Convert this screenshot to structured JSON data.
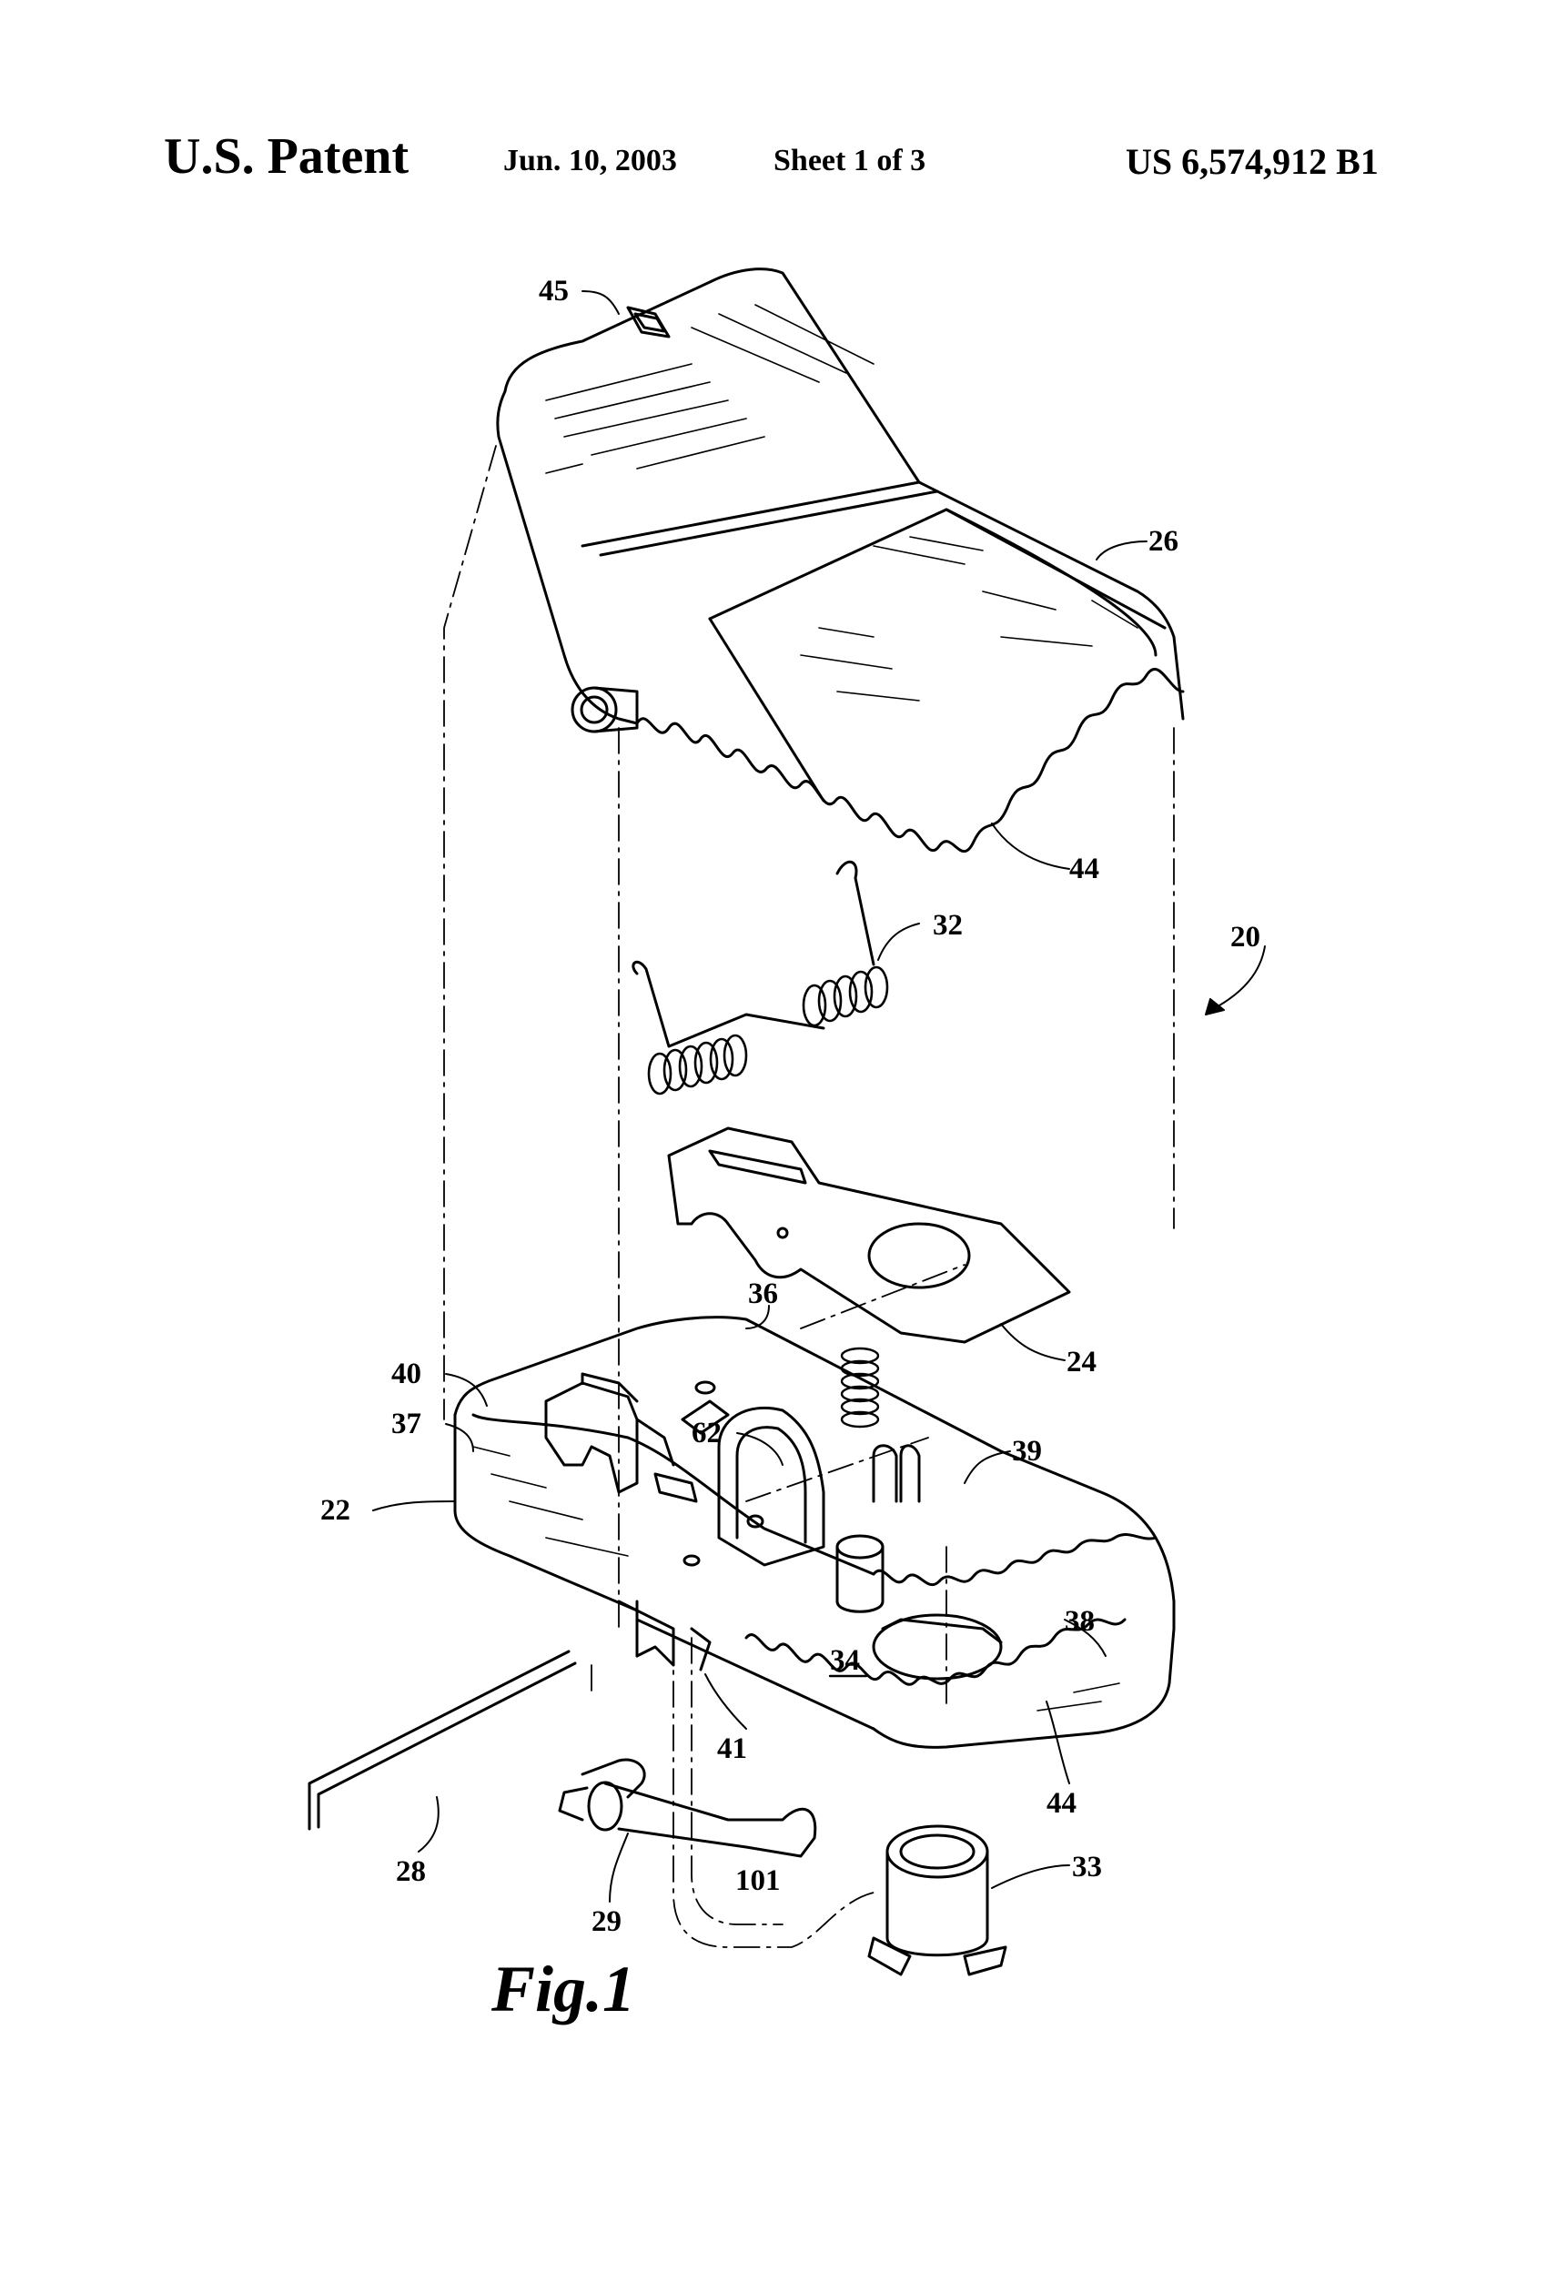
{
  "header": {
    "label": "U.S. Patent",
    "date": "Jun. 10, 2003",
    "sheet": "Sheet 1 of 3",
    "number": "US 6,574,912 B1"
  },
  "figure": {
    "caption": "Fig.1",
    "reference_numerals": [
      "45",
      "26",
      "44",
      "32",
      "20",
      "36",
      "24",
      "40",
      "37",
      "62",
      "39",
      "22",
      "38",
      "34",
      "44",
      "41",
      "28",
      "29",
      "101",
      "33"
    ]
  }
}
